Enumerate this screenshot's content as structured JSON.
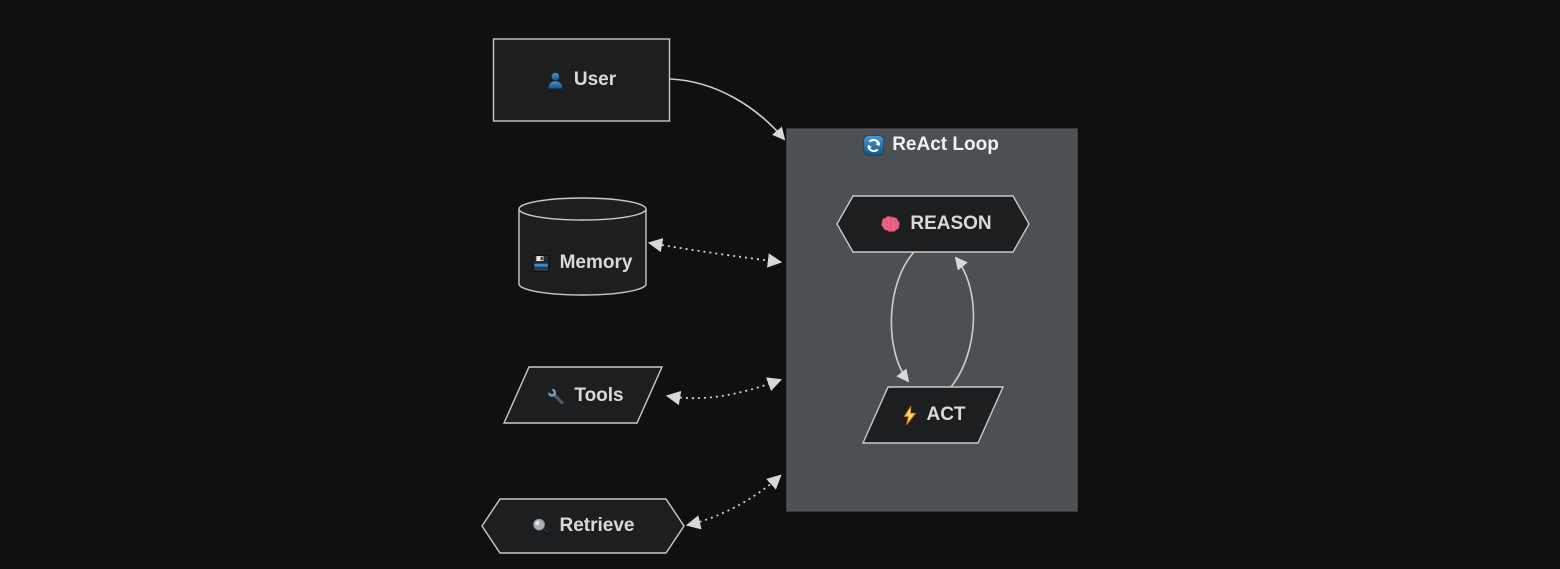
{
  "diagram": {
    "type": "flowchart",
    "background": "#101010",
    "subgraph": {
      "label": "ReAct Loop",
      "icon": "cycle-icon",
      "fill": "#4c5053",
      "title_color": "#f1f1f1"
    },
    "nodes": {
      "user": {
        "label": "User",
        "shape": "rectangle",
        "icon": "person-icon"
      },
      "memory": {
        "label": "Memory",
        "shape": "cylinder",
        "icon": "floppy-disk-icon"
      },
      "tools": {
        "label": "Tools",
        "shape": "parallelogram",
        "icon": "wrench-icon"
      },
      "retrieve": {
        "label": "Retrieve",
        "shape": "hexagon",
        "icon": "magnifier-icon"
      },
      "reason": {
        "label": "REASON",
        "shape": "hexagon",
        "icon": "brain-icon"
      },
      "act": {
        "label": "ACT",
        "shape": "parallelogram",
        "icon": "lightning-icon"
      }
    },
    "edges": [
      {
        "from": "User",
        "to": "ReAct Loop",
        "style": "solid",
        "arrows": "end"
      },
      {
        "from": "Memory",
        "to": "ReAct Loop",
        "style": "dotted",
        "arrows": "both"
      },
      {
        "from": "Tools",
        "to": "ReAct Loop",
        "style": "dotted",
        "arrows": "both"
      },
      {
        "from": "Retrieve",
        "to": "ReAct Loop",
        "style": "dotted",
        "arrows": "both"
      },
      {
        "from": "REASON",
        "to": "ACT",
        "style": "solid",
        "arrows": "end"
      },
      {
        "from": "ACT",
        "to": "REASON",
        "style": "solid",
        "arrows": "end"
      }
    ],
    "colors": {
      "node_fill": "#1c1e1f",
      "node_border": "#c9c9c9",
      "subgraph_fill": "#4c5053",
      "edge": "#cfcfcf",
      "text": "#d9d9d9"
    }
  }
}
